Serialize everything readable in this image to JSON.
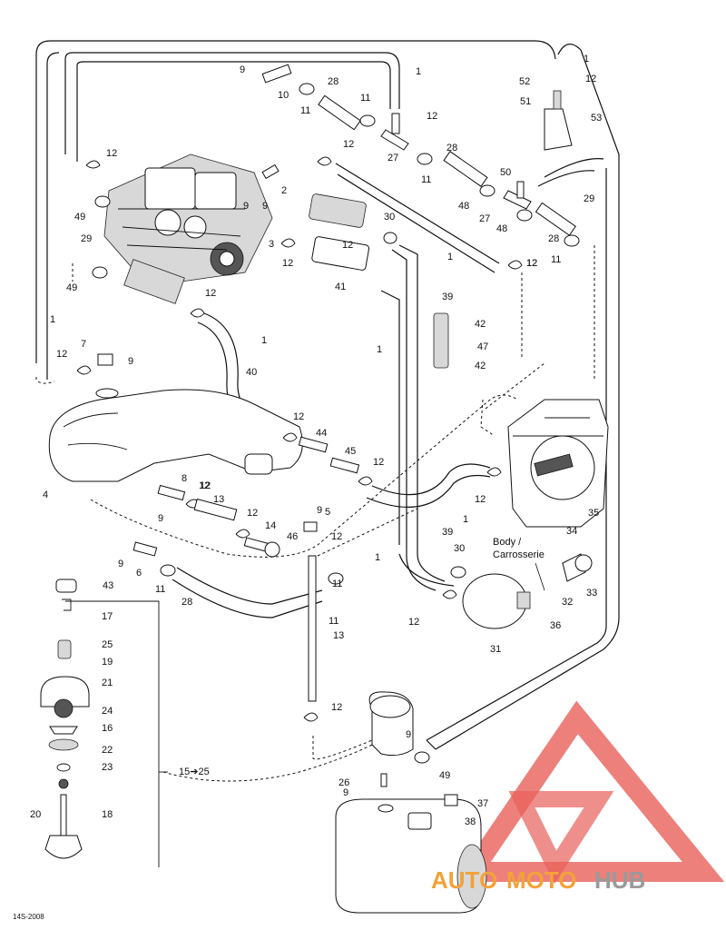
{
  "diagram": {
    "body_label_en": "Body /",
    "body_label_fr": "Carrosserie",
    "drawing_code": "14S-2008",
    "watermark": {
      "brand_auto": "AUTO",
      "brand_moto": "MOTO",
      "brand_hub": "HUB",
      "color_triangle": "#e8605a",
      "color_text_orange": "#f2a23a",
      "color_text_gray": "#9a9a9a"
    },
    "callouts": [
      {
        "id": "c1a",
        "text": "1"
      },
      {
        "id": "c1b",
        "text": "1"
      },
      {
        "id": "c1c",
        "text": "1"
      },
      {
        "id": "c1d",
        "text": "1"
      },
      {
        "id": "c1e",
        "text": "1"
      },
      {
        "id": "c1f",
        "text": "1"
      },
      {
        "id": "c1g",
        "text": "1"
      },
      {
        "id": "c1h",
        "text": "1"
      },
      {
        "id": "c2",
        "text": "2"
      },
      {
        "id": "c3",
        "text": "3"
      },
      {
        "id": "c4",
        "text": "4"
      },
      {
        "id": "c5",
        "text": "5"
      },
      {
        "id": "c6",
        "text": "6"
      },
      {
        "id": "c7",
        "text": "7"
      },
      {
        "id": "c8",
        "text": "8"
      },
      {
        "id": "c9a",
        "text": "9"
      },
      {
        "id": "c9b",
        "text": "9"
      },
      {
        "id": "c9c",
        "text": "9"
      },
      {
        "id": "c9d",
        "text": "9"
      },
      {
        "id": "c9e",
        "text": "9"
      },
      {
        "id": "c9f",
        "text": "9"
      },
      {
        "id": "c9g",
        "text": "9"
      },
      {
        "id": "c9h",
        "text": "9"
      },
      {
        "id": "c9i",
        "text": "9"
      },
      {
        "id": "c10",
        "text": "10"
      },
      {
        "id": "c11a",
        "text": "11"
      },
      {
        "id": "c11b",
        "text": "11"
      },
      {
        "id": "c11c",
        "text": "11"
      },
      {
        "id": "c11d",
        "text": "11"
      },
      {
        "id": "c11e",
        "text": "11"
      },
      {
        "id": "c11f",
        "text": "11"
      },
      {
        "id": "c11g",
        "text": "11"
      },
      {
        "id": "c12a",
        "text": "12"
      },
      {
        "id": "c12b",
        "text": "12"
      },
      {
        "id": "c12c",
        "text": "12"
      },
      {
        "id": "c12d",
        "text": "12"
      },
      {
        "id": "c12e",
        "text": "12"
      },
      {
        "id": "c12f",
        "text": "12"
      },
      {
        "id": "c12g",
        "text": "12"
      },
      {
        "id": "c12h",
        "text": "12"
      },
      {
        "id": "c12i",
        "text": "12"
      },
      {
        "id": "c12j",
        "text": "12"
      },
      {
        "id": "c12k",
        "text": "12"
      },
      {
        "id": "c12l",
        "text": "12"
      },
      {
        "id": "c12m",
        "text": "12"
      },
      {
        "id": "c12n",
        "text": "12"
      },
      {
        "id": "c12o",
        "text": "12"
      },
      {
        "id": "c12p",
        "text": "12"
      },
      {
        "id": "c12q",
        "text": "12"
      },
      {
        "id": "c12r",
        "text": "12"
      },
      {
        "id": "c12s",
        "text": "12"
      },
      {
        "id": "c13a",
        "text": "13"
      },
      {
        "id": "c13b",
        "text": "13"
      },
      {
        "id": "c14",
        "text": "14"
      },
      {
        "id": "c15",
        "text": "15➔25"
      },
      {
        "id": "c16",
        "text": "16"
      },
      {
        "id": "c17",
        "text": "17"
      },
      {
        "id": "c18",
        "text": "18"
      },
      {
        "id": "c19",
        "text": "19"
      },
      {
        "id": "c20",
        "text": "20"
      },
      {
        "id": "c21",
        "text": "21"
      },
      {
        "id": "c22",
        "text": "22"
      },
      {
        "id": "c23",
        "text": "23"
      },
      {
        "id": "c24",
        "text": "24"
      },
      {
        "id": "c25",
        "text": "25"
      },
      {
        "id": "c26",
        "text": "26"
      },
      {
        "id": "c27a",
        "text": "27"
      },
      {
        "id": "c27b",
        "text": "27"
      },
      {
        "id": "c28a",
        "text": "28"
      },
      {
        "id": "c28b",
        "text": "28"
      },
      {
        "id": "c28c",
        "text": "28"
      },
      {
        "id": "c28d",
        "text": "28"
      },
      {
        "id": "c29a",
        "text": "29"
      },
      {
        "id": "c29b",
        "text": "29"
      },
      {
        "id": "c30a",
        "text": "30"
      },
      {
        "id": "c30b",
        "text": "30"
      },
      {
        "id": "c31",
        "text": "31"
      },
      {
        "id": "c32",
        "text": "32"
      },
      {
        "id": "c33",
        "text": "33"
      },
      {
        "id": "c34",
        "text": "34"
      },
      {
        "id": "c35",
        "text": "35"
      },
      {
        "id": "c36",
        "text": "36"
      },
      {
        "id": "c37",
        "text": "37"
      },
      {
        "id": "c38",
        "text": "38"
      },
      {
        "id": "c39a",
        "text": "39"
      },
      {
        "id": "c39b",
        "text": "39"
      },
      {
        "id": "c40",
        "text": "40"
      },
      {
        "id": "c41",
        "text": "41"
      },
      {
        "id": "c42a",
        "text": "42"
      },
      {
        "id": "c42b",
        "text": "42"
      },
      {
        "id": "c43",
        "text": "43"
      },
      {
        "id": "c44",
        "text": "44"
      },
      {
        "id": "c45",
        "text": "45"
      },
      {
        "id": "c46",
        "text": "46"
      },
      {
        "id": "c47",
        "text": "47"
      },
      {
        "id": "c48a",
        "text": "48"
      },
      {
        "id": "c48b",
        "text": "48"
      },
      {
        "id": "c49a",
        "text": "49"
      },
      {
        "id": "c49b",
        "text": "49"
      },
      {
        "id": "c49c",
        "text": "49"
      },
      {
        "id": "c50",
        "text": "50"
      },
      {
        "id": "c51",
        "text": "51"
      },
      {
        "id": "c52",
        "text": "52"
      },
      {
        "id": "c53",
        "text": "53"
      }
    ]
  }
}
